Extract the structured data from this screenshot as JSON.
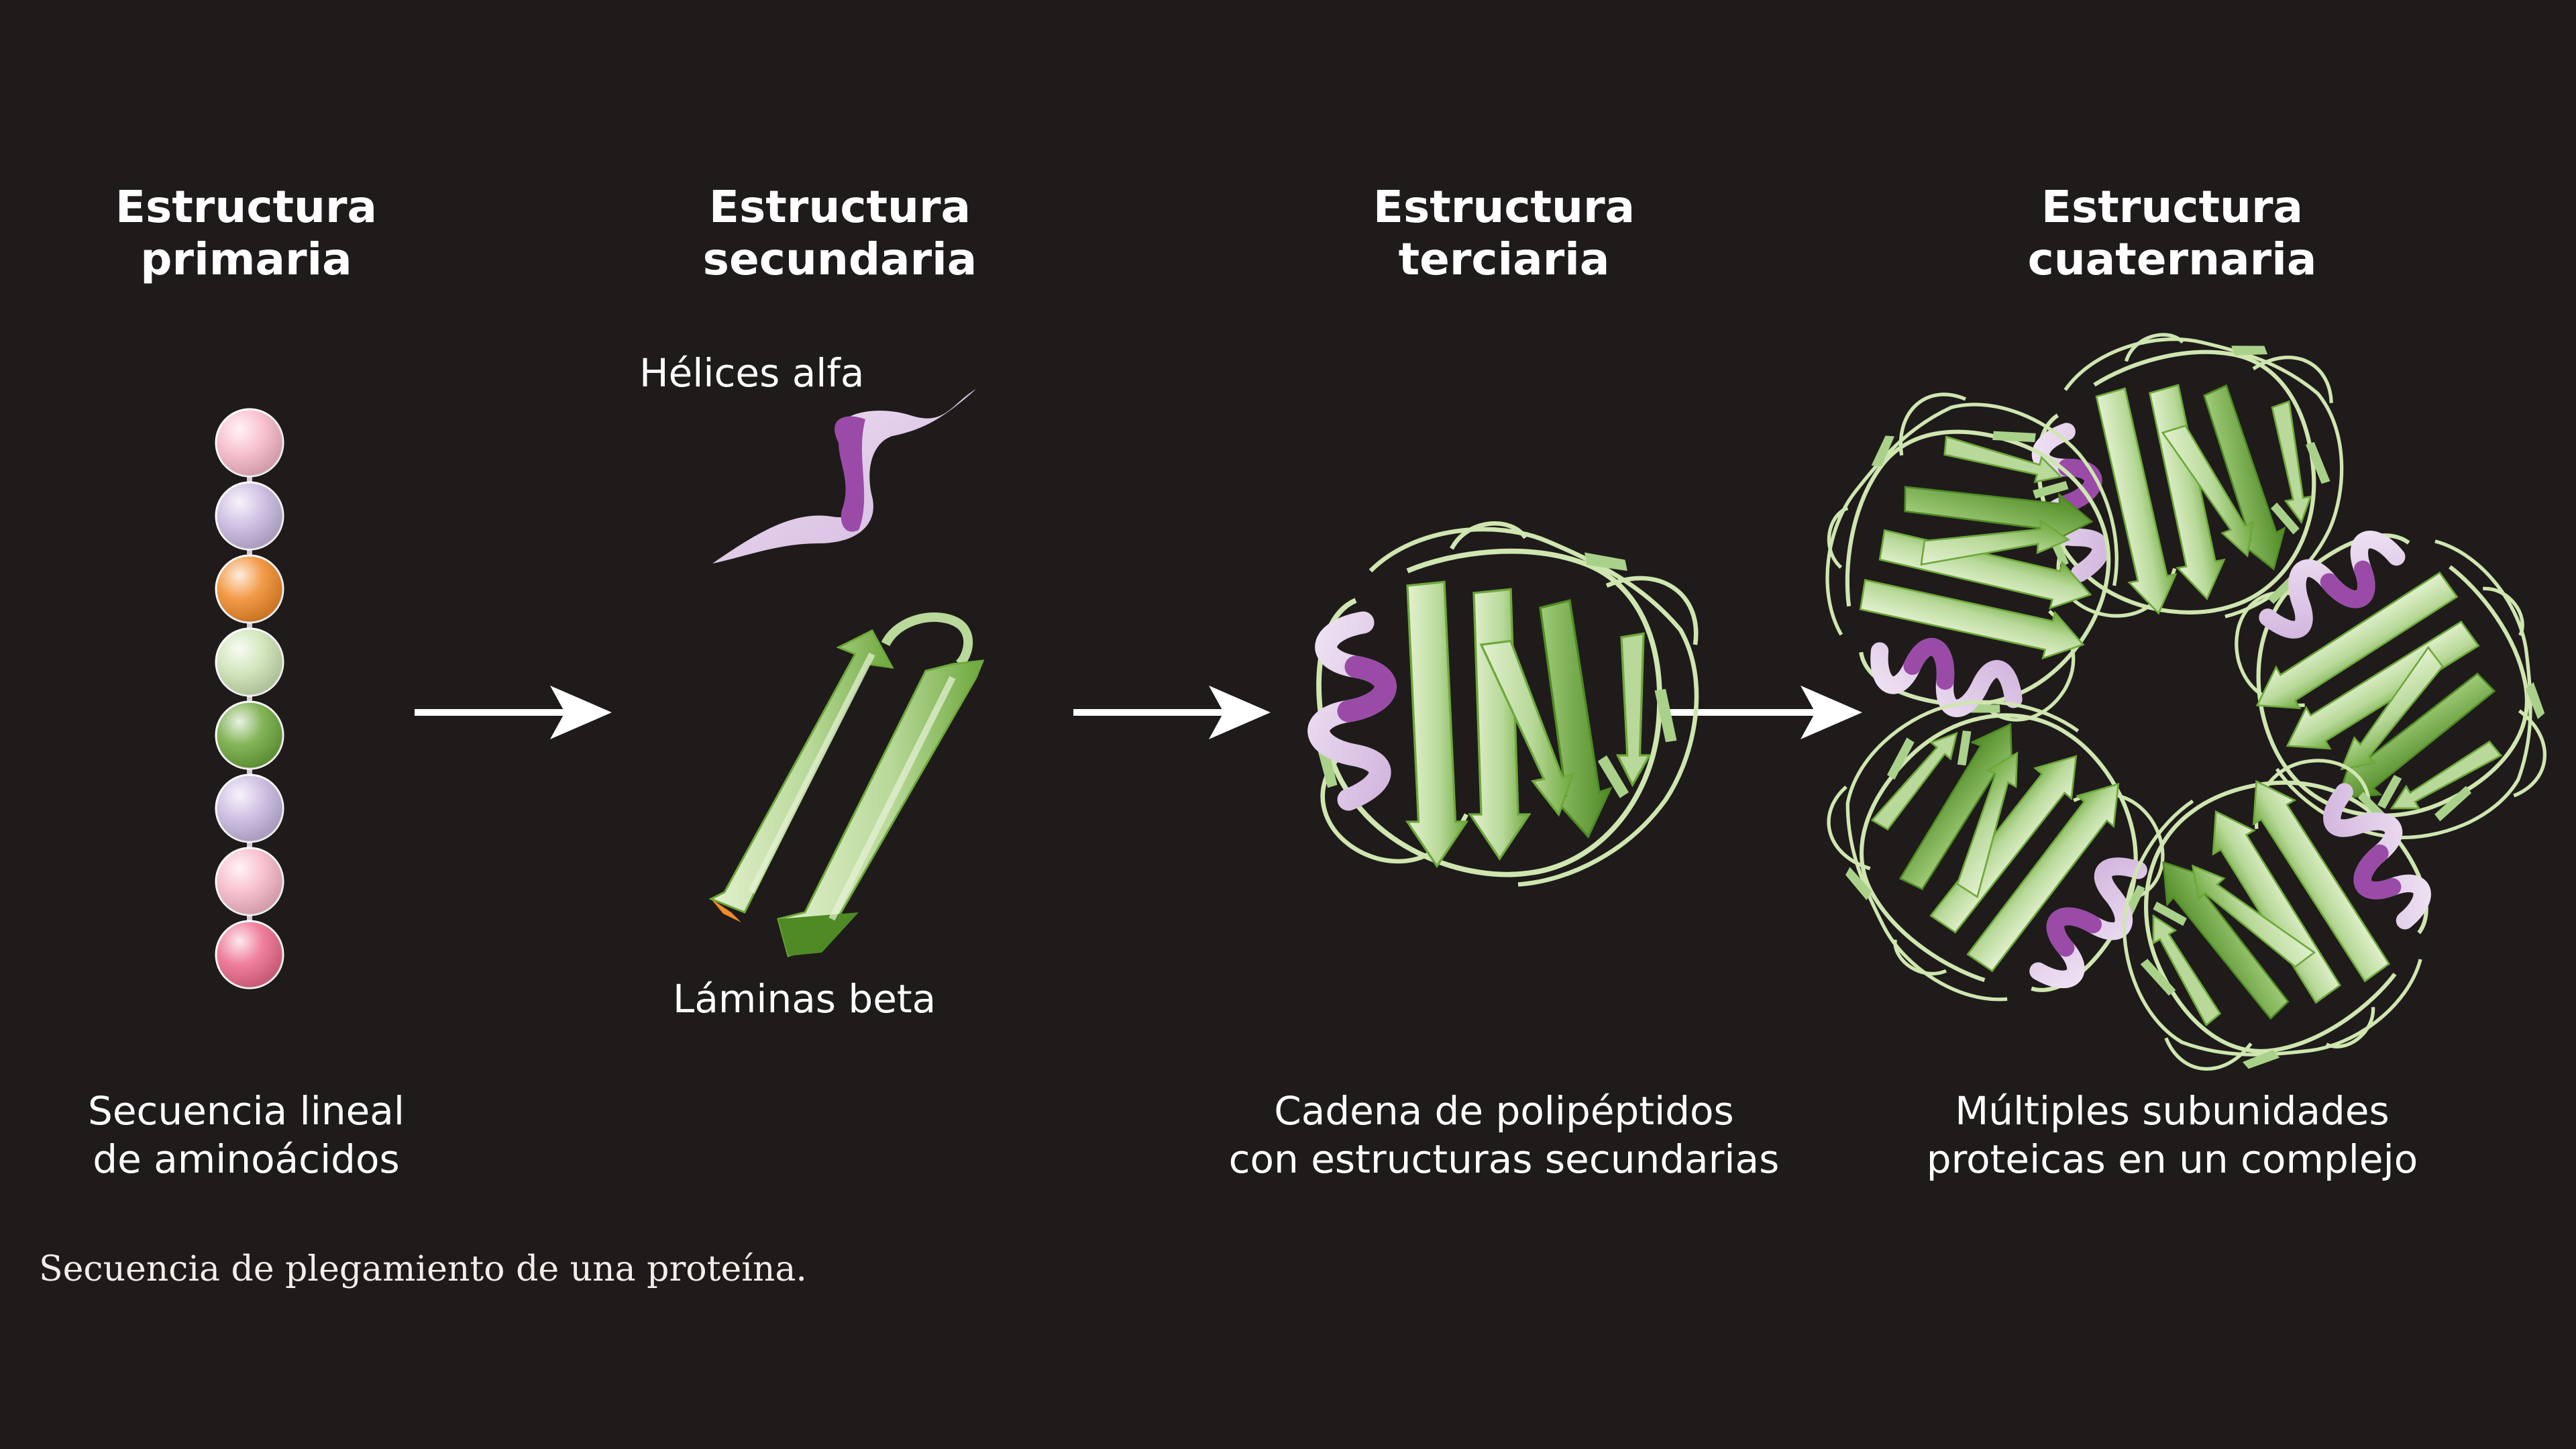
{
  "stages": [
    {
      "title_line1": "Estructura",
      "title_line2": "primaria",
      "desc_line1": "Secuencia lineal",
      "desc_line2": "de aminoácidos"
    },
    {
      "title_line1": "Estructura",
      "title_line2": "secundaria",
      "desc_line1": "",
      "desc_line2": ""
    },
    {
      "title_line1": "Estructura",
      "title_line2": "terciaria",
      "desc_line1": "Cadena de polipéptidos",
      "desc_line2": "con estructuras secundarias"
    },
    {
      "title_line1": "Estructura",
      "title_line2": "cuaternaria",
      "desc_line1": "Múltiples subunidades",
      "desc_line2": "proteicas en un complejo"
    }
  ],
  "labels": {
    "alpha_helix": "Hélices alfa",
    "beta_sheet": "Láminas beta"
  },
  "caption": "Secuencia de plegamiento de una proteína.",
  "colors": {
    "background": "#1f1b1a",
    "strand_light": "#cfe6b0",
    "strand_dark": "#5e9a2e",
    "helix_light": "#e2cdea",
    "helix_dark": "#9a4ba8",
    "arrow": "#ffffff"
  },
  "amino_acid_chain": [
    {
      "color": "#f8b8c8",
      "name": "pink-light"
    },
    {
      "color": "#c8b8e0",
      "name": "lavender"
    },
    {
      "color": "#f08a2a",
      "name": "orange"
    },
    {
      "color": "#cde3b4",
      "name": "green-light"
    },
    {
      "color": "#6ea83c",
      "name": "green-dark"
    },
    {
      "color": "#c8b8e0",
      "name": "lavender"
    },
    {
      "color": "#f8b8c8",
      "name": "pink-light"
    },
    {
      "color": "#ec6a8a",
      "name": "pink-dark"
    }
  ]
}
